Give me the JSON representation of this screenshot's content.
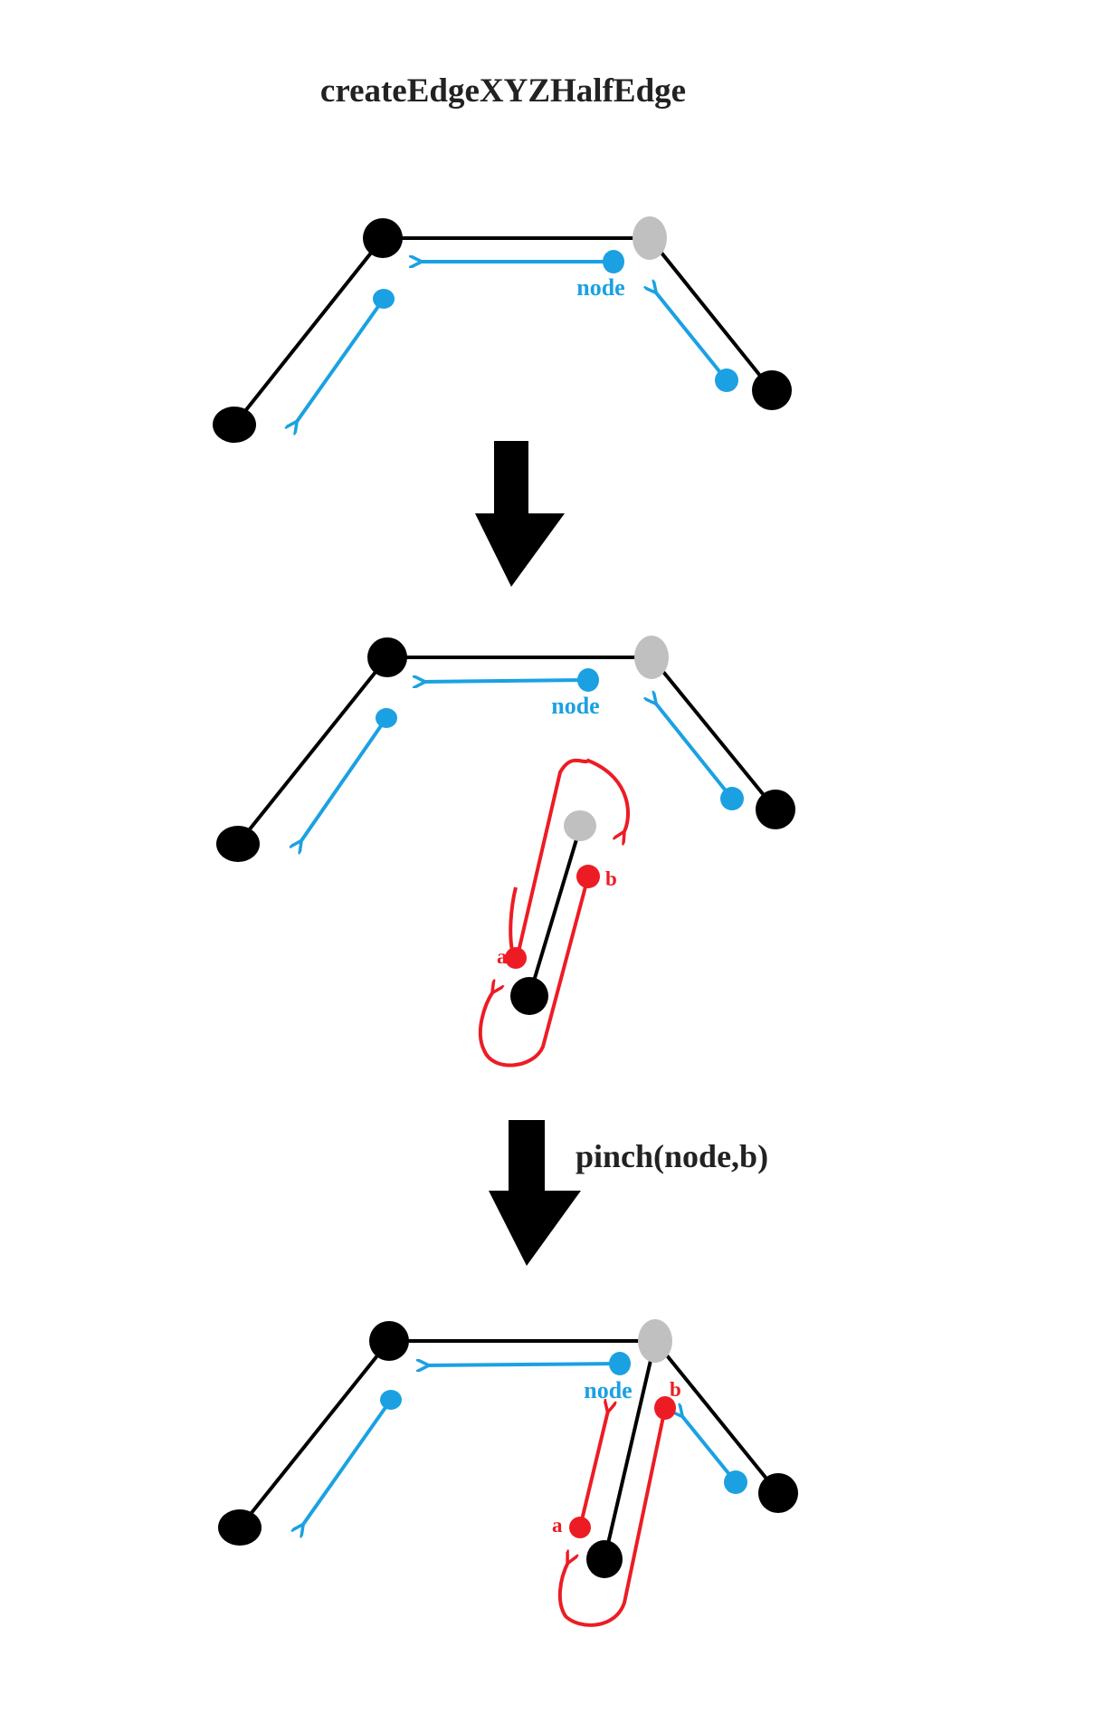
{
  "title": "createEdgeXYZHalfEdge",
  "operation_label": "pinch(node,b)",
  "labels": {
    "node": "node",
    "a": "a",
    "b": "b"
  },
  "colors": {
    "vertex": "#000000",
    "highlight_vertex": "#c0c0c0",
    "halfedge": "#1ba1e2",
    "new_halfedge": "#ed1c24",
    "arrow": "#000000"
  },
  "icons": [
    "down-arrow-icon",
    "down-arrow-icon"
  ]
}
